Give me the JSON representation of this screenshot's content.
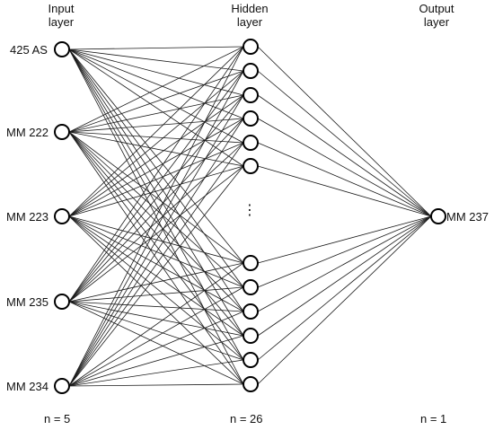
{
  "layers": {
    "input": {
      "title_line1": "Input",
      "title_line2": "layer",
      "count": "n =  5"
    },
    "hidden": {
      "title_line1": "Hidden",
      "title_line2": "layer",
      "count": "n =  26"
    },
    "output": {
      "title_line1": "Output",
      "title_line2": "layer",
      "count": "n =  1"
    }
  },
  "input_nodes": [
    {
      "label": "425 AS"
    },
    {
      "label": "MM 222"
    },
    {
      "label": "MM 223"
    },
    {
      "label": "MM 235"
    },
    {
      "label": "MM 234"
    }
  ],
  "output_node": {
    "label": "MM 237"
  },
  "hidden_visible_nodes": 12,
  "hidden_ellipsis": "⋮",
  "colors": {
    "line": "#1a1a1a",
    "node_fill": "#ffffff",
    "node_stroke": "#000000"
  }
}
